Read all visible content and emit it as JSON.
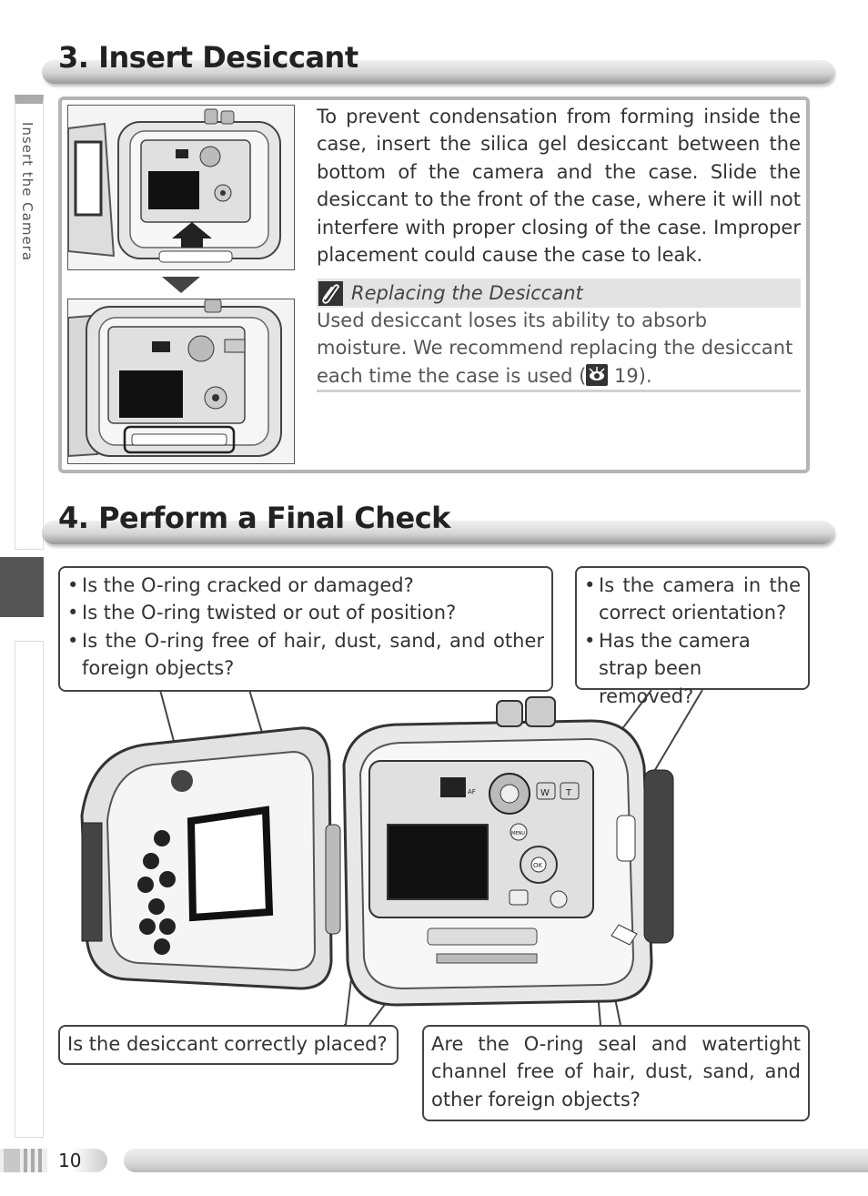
{
  "side_tab": {
    "label": "Insert the Camera"
  },
  "section3": {
    "title": "3. Insert Desiccant",
    "body": "To prevent condensation from forming inside the case, insert the silica gel desiccant between the bottom of the camera and the case.  Slide the desiccant to the front of the case, where it will not interfere with proper closing of the case.  Improper placement could cause the case to leak.",
    "note": {
      "title": "Replacing the Desiccant",
      "body_before": "Used desiccant loses its ability to absorb moisture. We recommend replacing the desiccant each time the case is used (",
      "page_ref": "19",
      "body_after": ")."
    }
  },
  "section4": {
    "title": "4. Perform a Final Check",
    "callout_oring": [
      "Is the O-ring cracked or damaged?",
      "Is the O-ring twisted or out of position?",
      "Is the O-ring free of hair, dust, sand, and other foreign objects?"
    ],
    "callout_camera": [
      "Is the camera in the correct orientation?",
      "Has the camera strap been removed?"
    ],
    "callout_desiccant": "Is the desiccant correctly placed?",
    "callout_channel": "Are the O-ring seal and watertight channel free of hair, dust, sand, and other foreign objects?"
  },
  "camera_labels": {
    "menu": "MENU",
    "ok": "OK",
    "w": "W",
    "t": "T",
    "af": "AF"
  },
  "footer": {
    "page_number": "10"
  }
}
